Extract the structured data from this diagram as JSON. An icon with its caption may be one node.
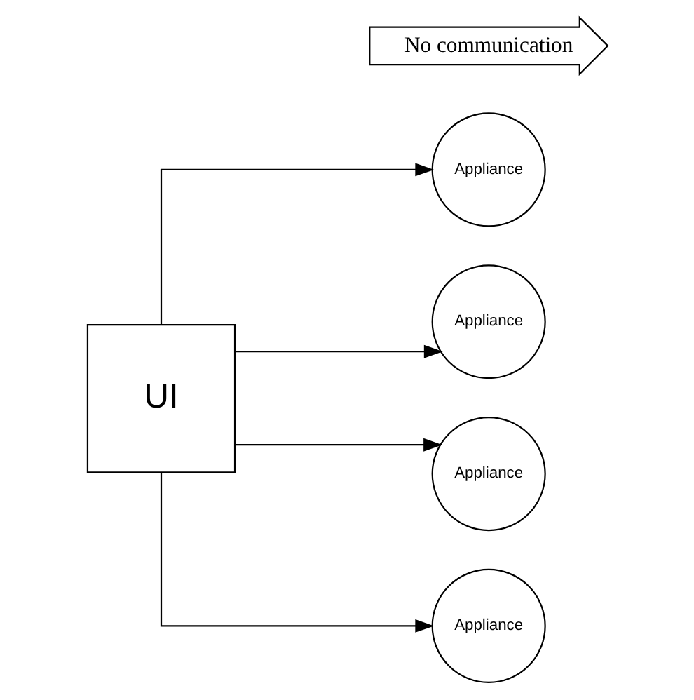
{
  "diagram": {
    "nodes": [
      {
        "text": [
          "UI"
        ]
      },
      {
        "text": [
          "Appliance"
        ]
      },
      {
        "text": [
          "Appliance"
        ]
      },
      {
        "text": [
          "Appliance"
        ]
      },
      {
        "text": [
          "Appliance"
        ]
      },
      {
        "text": [
          "No communication"
        ]
      }
    ],
    "edges": [
      {
        "from": 0,
        "to": 1,
        "arrow": "to"
      },
      {
        "from": 0,
        "to": 2,
        "arrow": "to"
      },
      {
        "from": 0,
        "to": 3,
        "arrow": "to"
      },
      {
        "from": 0,
        "to": 4,
        "arrow": "to"
      }
    ]
  }
}
